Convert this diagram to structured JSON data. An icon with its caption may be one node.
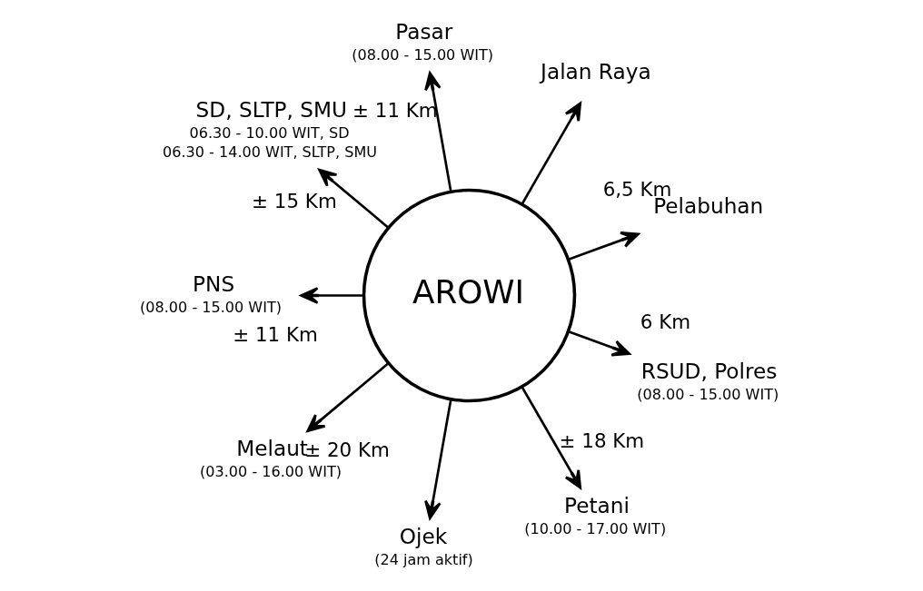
{
  "diagram": {
    "nodes": [
      {
        "text": [
          "AROWI"
        ]
      },
      {
        "text": [
          "Pelabuhan"
        ]
      },
      {
        "text": [
          "Jalan Raya"
        ]
      },
      {
        "text": [
          "Pasar"
        ],
        "beside": [
          "(08.00 - 15.00 WIT)"
        ]
      },
      {
        "text": [
          "SD, SLTP, SMU"
        ],
        "beside": [
          "06.30 - 10.00 WIT, SD",
          "06.30 - 14.00 WIT, SLTP, SMU"
        ]
      },
      {
        "text": [
          "PNS"
        ],
        "beside": [
          "(08.00 - 15.00 WIT)"
        ]
      },
      {
        "text": [
          "Melaut"
        ],
        "beside": [
          "(03.00 - 16.00 WIT)"
        ]
      },
      {
        "text": [
          "Ojek"
        ],
        "beside": [
          "(24 jam aktif)"
        ]
      },
      {
        "text": [
          "Petani"
        ],
        "beside": [
          "(10.00 - 17.00 WIT)"
        ]
      },
      {
        "text": [
          "RSUD, Polres"
        ],
        "beside": [
          "(08.00 - 15.00 WIT)"
        ]
      }
    ],
    "edges": [
      {
        "from": 0,
        "to": 1,
        "arrow": "to",
        "label": "6,5 Km"
      },
      {
        "from": 0,
        "to": 2,
        "arrow": "to"
      },
      {
        "from": 0,
        "to": 3,
        "arrow": "to",
        "label": "± 11 Km"
      },
      {
        "from": 0,
        "to": 4,
        "arrow": "to",
        "label": "± 15 Km"
      },
      {
        "from": 0,
        "to": 5,
        "arrow": "to",
        "label": "± 11 Km"
      },
      {
        "from": 0,
        "to": 6,
        "arrow": "to",
        "label": "± 20 Km"
      },
      {
        "from": 0,
        "to": 7,
        "arrow": "to"
      },
      {
        "from": 0,
        "to": 8,
        "arrow": "to",
        "label": "± 18 Km"
      },
      {
        "from": 0,
        "to": 9,
        "arrow": "to",
        "label": "6 Km"
      }
    ]
  }
}
